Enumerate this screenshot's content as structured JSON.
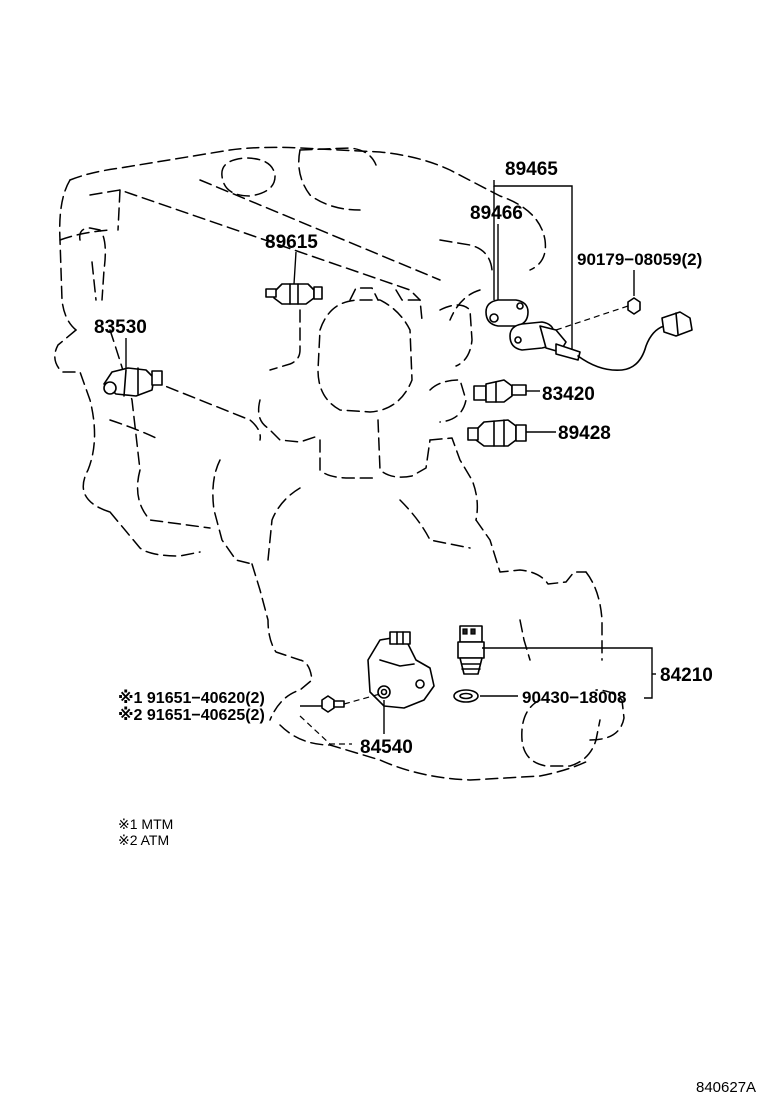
{
  "parts": {
    "p89465": "89465",
    "p89466": "89466",
    "p90179": "90179−08059(2)",
    "p89615": "89615",
    "p83530": "83530",
    "p83420": "83420",
    "p89428": "89428",
    "p84210": "84210",
    "p90430": "90430−18008",
    "p84540": "84540",
    "p91651a": "※1 91651−40620(2)",
    "p91651b": "※2 91651−40625(2)"
  },
  "notes": {
    "n1": "※1 MTM",
    "n2": "※2 ATM"
  },
  "figure_ref": "840627A"
}
